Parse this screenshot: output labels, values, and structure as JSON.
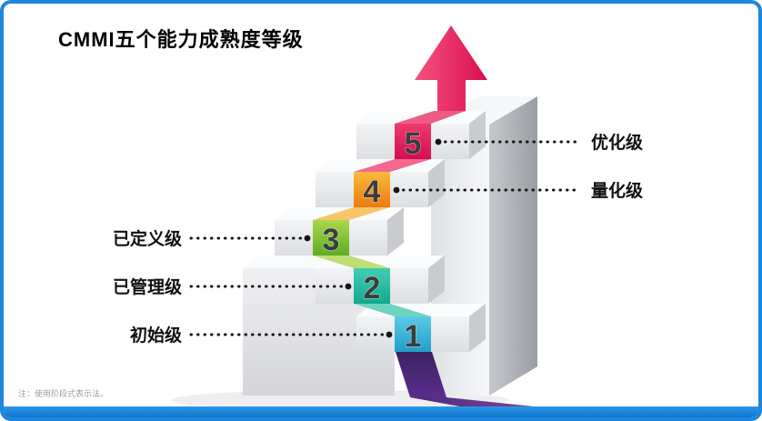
{
  "slide": {
    "title": "CMMI五个能力成熟度等级",
    "note": "注：使用阶段式表示法。",
    "border_color": "#1d86de",
    "bottom_bar_color": "#1177cc"
  },
  "diagram": {
    "type": "staircase-maturity-levels",
    "arrow_color": "#d90e50",
    "tail_color": "#5b2d8e",
    "levels": [
      {
        "num": "1",
        "label": "初始级",
        "color": "#1f9ecb",
        "label_side": "left"
      },
      {
        "num": "2",
        "label": "已管理级",
        "color": "#12a98e",
        "label_side": "left"
      },
      {
        "num": "3",
        "label": "已定义级",
        "color": "#5dad24",
        "label_side": "left"
      },
      {
        "num": "4",
        "label": "量化级",
        "color": "#ec7a10",
        "label_side": "right"
      },
      {
        "num": "5",
        "label": "优化级",
        "color": "#d30e51",
        "label_side": "right"
      }
    ]
  }
}
